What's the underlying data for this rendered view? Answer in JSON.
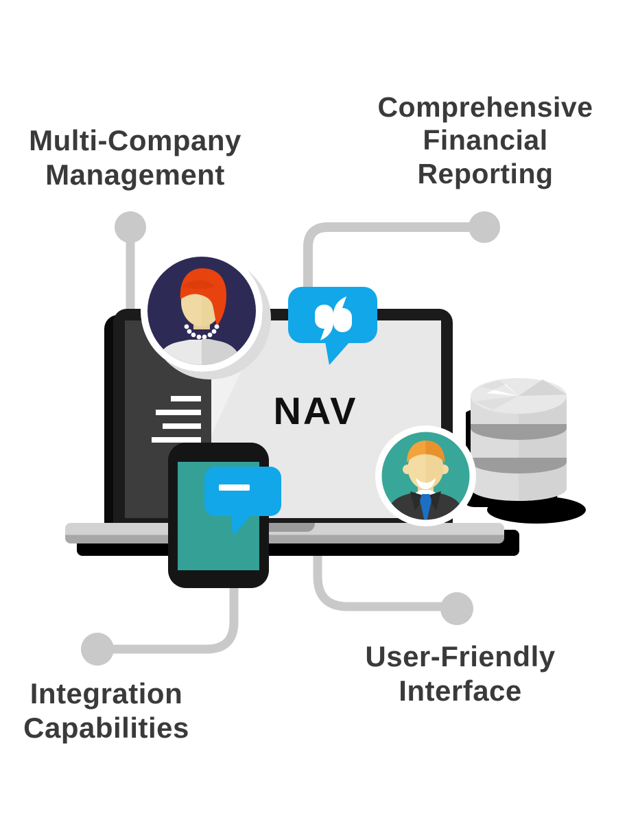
{
  "diagram": {
    "product_label": "NAV",
    "features": [
      {
        "id": "multi-company-management",
        "label": "Multi-Company\nManagement",
        "position": "top-left"
      },
      {
        "id": "comprehensive-financial-reporting",
        "label": "Comprehensive\nFinancial\nReporting",
        "position": "top-right"
      },
      {
        "id": "integration-capabilities",
        "label": "Integration\nCapabilities",
        "position": "bottom-left"
      },
      {
        "id": "user-friendly-interface",
        "label": "User-Friendly\nInterface",
        "position": "bottom-right"
      }
    ],
    "icons": [
      "laptop-icon",
      "smartphone-icon",
      "database-icon",
      "chat-sync-icon",
      "chat-bubble-icon",
      "woman-avatar",
      "man-avatar",
      "connector-node"
    ],
    "colors": {
      "accent_blue": "#12a7e8",
      "teal": "#35a096",
      "avatar_navy": "#2d2b55",
      "connector_gray": "#c9c9c9",
      "text_dark": "#3a3a3a",
      "hair_red": "#e8430e",
      "hair_orange": "#f2a33c",
      "screen_gray": "#e9e9e9",
      "bezel_black": "#1b1b1b",
      "tie_blue": "#1d6fc4"
    }
  }
}
